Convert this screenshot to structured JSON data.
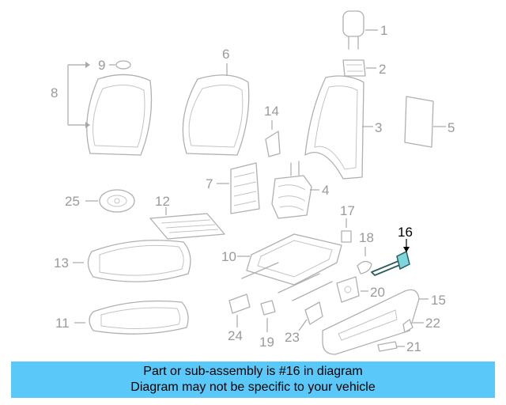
{
  "diagram": {
    "highlighted_part": "16",
    "callouts": [
      {
        "id": "1",
        "label": "1"
      },
      {
        "id": "2",
        "label": "2"
      },
      {
        "id": "3",
        "label": "3"
      },
      {
        "id": "4",
        "label": "4"
      },
      {
        "id": "5",
        "label": "5"
      },
      {
        "id": "6",
        "label": "6"
      },
      {
        "id": "7",
        "label": "7"
      },
      {
        "id": "8",
        "label": "8"
      },
      {
        "id": "9",
        "label": "9"
      },
      {
        "id": "10",
        "label": "10"
      },
      {
        "id": "11",
        "label": "11"
      },
      {
        "id": "12",
        "label": "12"
      },
      {
        "id": "13",
        "label": "13"
      },
      {
        "id": "14",
        "label": "14"
      },
      {
        "id": "15",
        "label": "15"
      },
      {
        "id": "16",
        "label": "16"
      },
      {
        "id": "17",
        "label": "17"
      },
      {
        "id": "18",
        "label": "18"
      },
      {
        "id": "19",
        "label": "19"
      },
      {
        "id": "20",
        "label": "20"
      },
      {
        "id": "21",
        "label": "21"
      },
      {
        "id": "22",
        "label": "22"
      },
      {
        "id": "23",
        "label": "23"
      },
      {
        "id": "24",
        "label": "24"
      },
      {
        "id": "25",
        "label": "25"
      }
    ]
  },
  "banner": {
    "line1": "Part or sub-assembly is #16 in diagram",
    "line2": "Diagram may not be specific to your vehicle",
    "color": "#5ac8f8"
  },
  "colors": {
    "part_stroke": "#b0b0b0",
    "callout_text": "#9a9a9a",
    "highlight_fill": "#7fd6df",
    "highlight_stroke": "#2b5f5f"
  }
}
